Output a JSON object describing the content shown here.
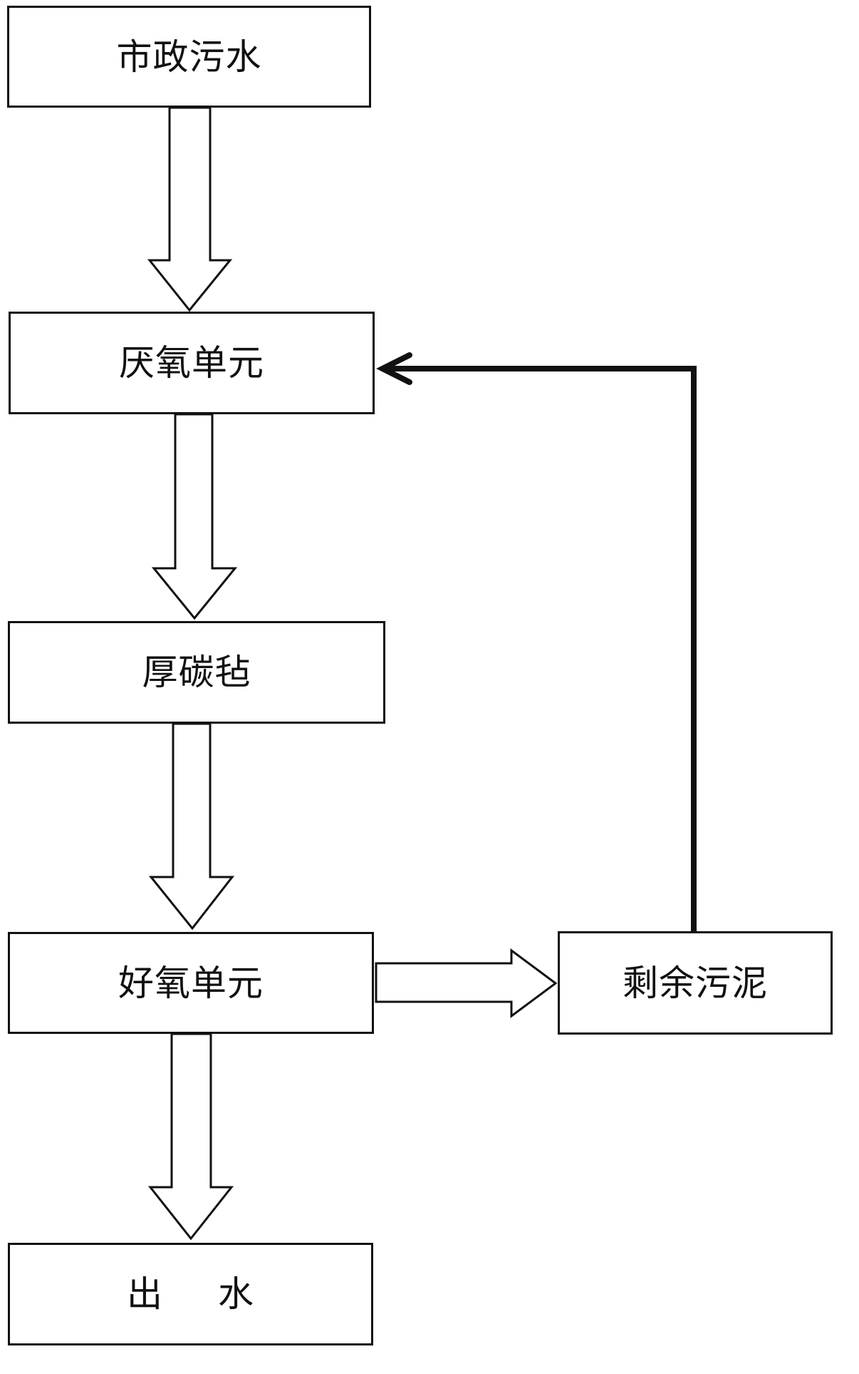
{
  "diagram": {
    "nodes": [
      {
        "id": "wastewater",
        "label": "市政污水"
      },
      {
        "id": "anaerobic",
        "label": "厌氧单元"
      },
      {
        "id": "felt",
        "label": "厚碳毡"
      },
      {
        "id": "aerobic",
        "label": "好氧单元"
      },
      {
        "id": "sludge",
        "label": "剩余污泥"
      },
      {
        "id": "effluent",
        "label": "出 水"
      }
    ],
    "edges": [
      {
        "from": "wastewater",
        "to": "anaerobic",
        "style": "hollow-arrow"
      },
      {
        "from": "anaerobic",
        "to": "felt",
        "style": "hollow-arrow"
      },
      {
        "from": "felt",
        "to": "aerobic",
        "style": "hollow-arrow"
      },
      {
        "from": "aerobic",
        "to": "effluent",
        "style": "hollow-arrow"
      },
      {
        "from": "aerobic",
        "to": "sludge",
        "style": "hollow-arrow"
      },
      {
        "from": "sludge",
        "to": "anaerobic",
        "style": "line-arrow"
      }
    ],
    "colors": {
      "stroke": "#111111",
      "background": "#ffffff"
    }
  }
}
